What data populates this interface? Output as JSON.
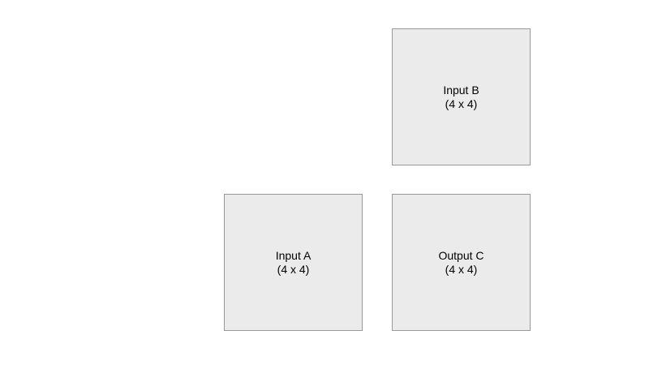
{
  "diagram": {
    "background_color": "#ffffff",
    "node_fill_color": "#ebebeb",
    "node_border_color": "#999999",
    "text_color": "#000000",
    "nodes": [
      {
        "id": "input-b",
        "label": "Input B",
        "dims": "(4 x 4)",
        "position": "top-right"
      },
      {
        "id": "input-a",
        "label": "Input A",
        "dims": "(4 x 4)",
        "position": "bottom-left"
      },
      {
        "id": "output-c",
        "label": "Output C",
        "dims": "(4 x 4)",
        "position": "bottom-right"
      }
    ]
  }
}
